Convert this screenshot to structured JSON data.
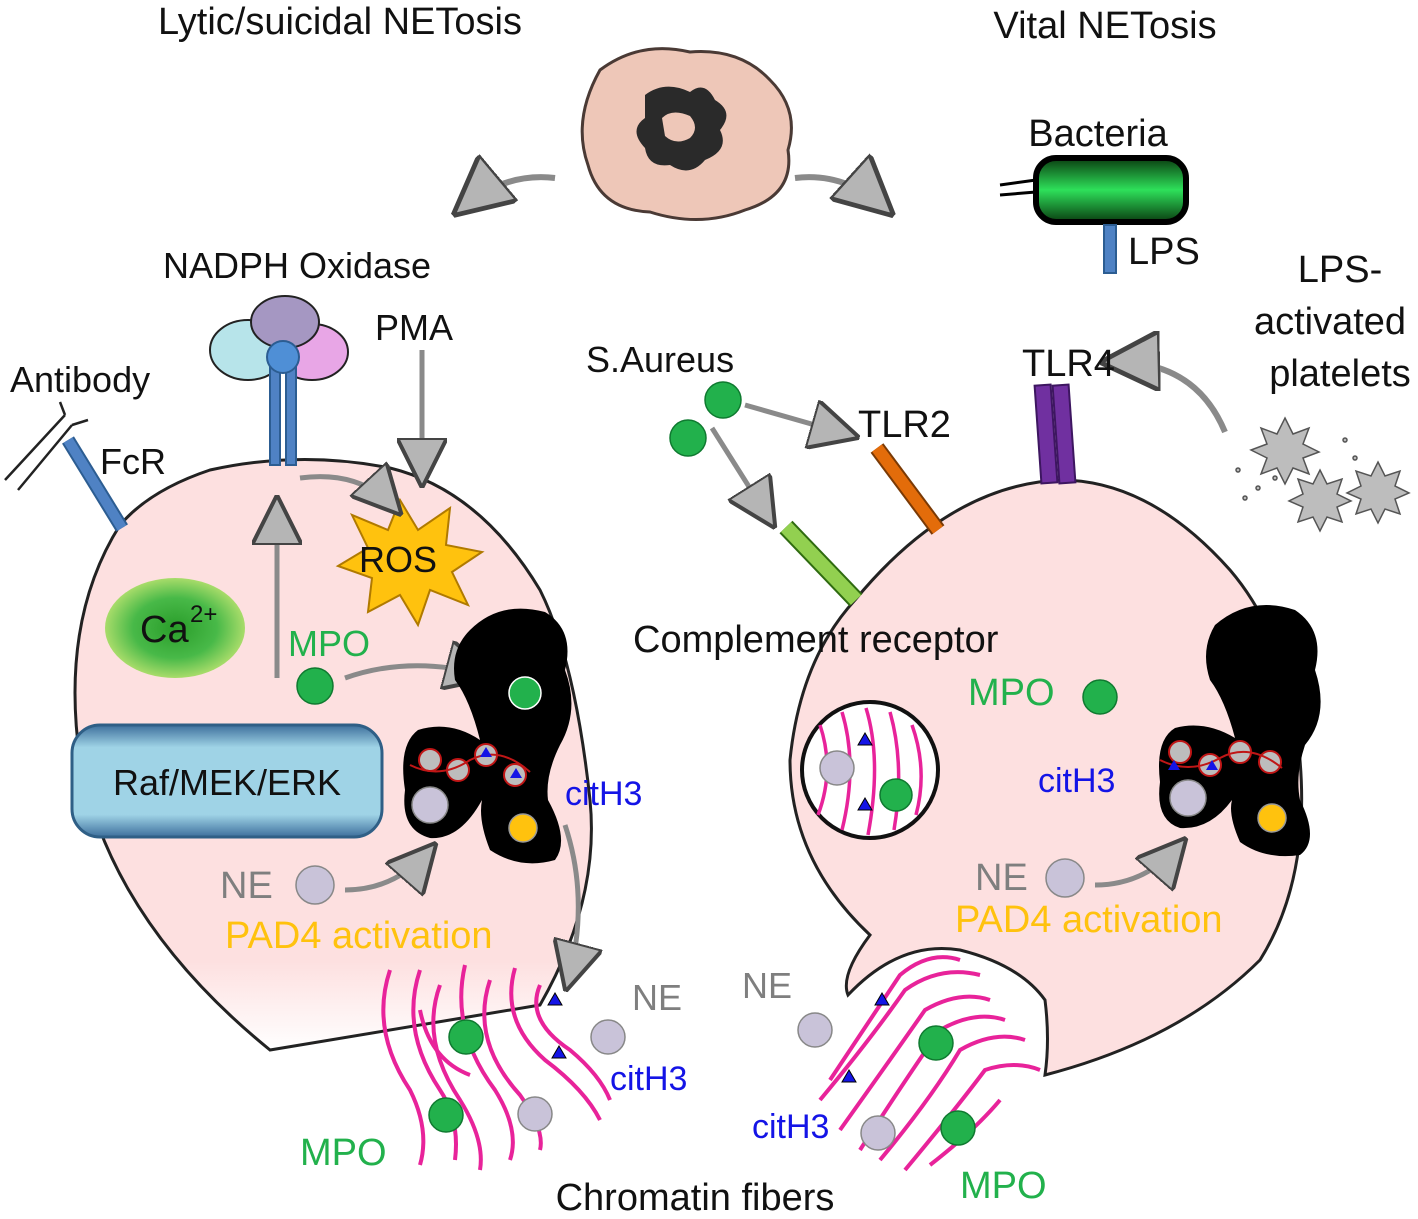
{
  "titles": {
    "lytic": "Lytic/suicidal NETosis",
    "vital": "Vital NETosis"
  },
  "left_cell": {
    "nadph": "NADPH Oxidase",
    "pma": "PMA",
    "antibody": "Antibody",
    "fcr": "FcR",
    "ros": "ROS",
    "ca": "Ca",
    "ca_charge": "2+",
    "mpo": "MPO",
    "pathway": "Raf/MEK/ERK",
    "cith3": "citH3",
    "ne": "NE",
    "pad4": "PAD4 activation"
  },
  "right_cell": {
    "bacteria": "Bacteria",
    "lps": "LPS",
    "platelets_line1": "LPS-",
    "platelets_line2": "activated",
    "platelets_line3": "platelets",
    "saureus": "S.Aureus",
    "tlr4": "TLR4",
    "tlr2": "TLR2",
    "complement": "Complement receptor",
    "mpo": "MPO",
    "cith3": "citH3",
    "ne": "NE",
    "pad4": "PAD4 activation"
  },
  "fibers": {
    "left_ne": "NE",
    "left_cith3": "citH3",
    "left_mpo": "MPO",
    "right_ne": "NE",
    "right_cith3": "citH3",
    "right_mpo": "MPO",
    "caption": "Chromatin fibers"
  },
  "colors": {
    "cell_fill": "#fde0e0",
    "mpo_green": "#22b14c",
    "ne_grey": "#c9c3d9",
    "cith3_blue": "#1414e6",
    "pad4_orange": "#ffc20e",
    "fiber_pink": "#e8239a"
  }
}
